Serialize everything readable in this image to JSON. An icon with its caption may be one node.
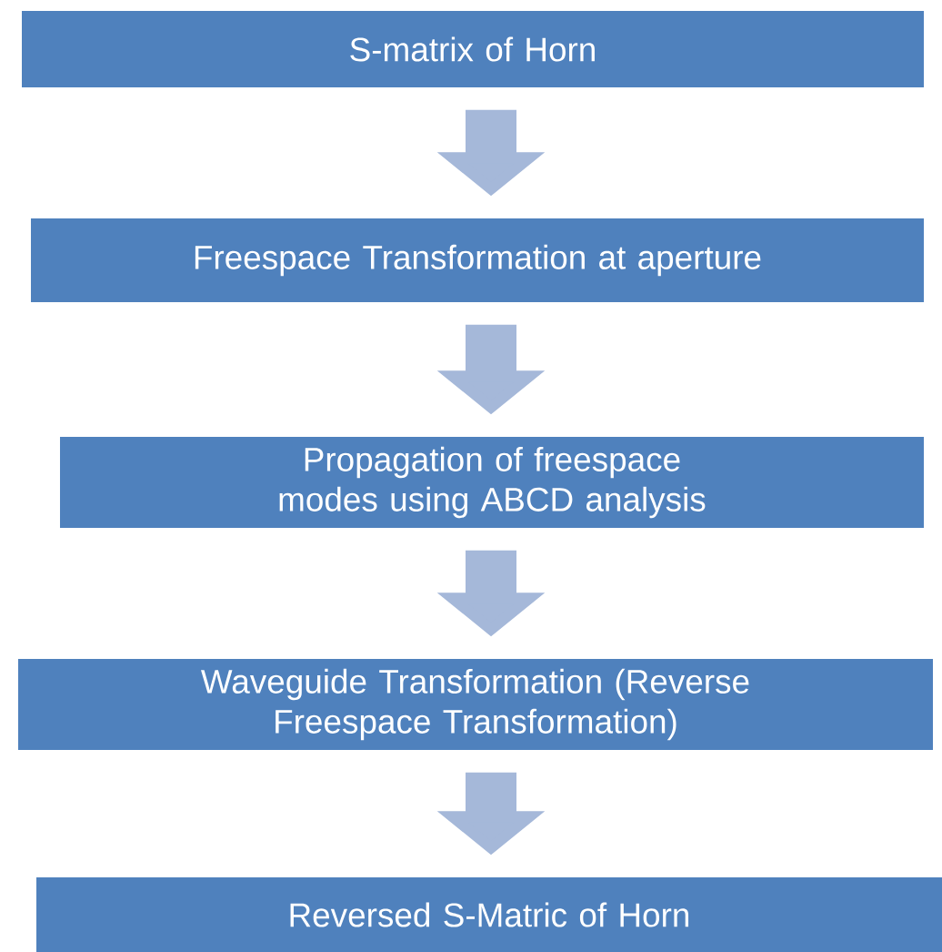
{
  "diagram": {
    "nodes": [
      {
        "text": [
          "S-matrix of Horn"
        ]
      },
      {
        "text": [
          "Freespace Transformation at aperture"
        ]
      },
      {
        "text": [
          "Propagation of freespace modes using ABCD analysis"
        ]
      },
      {
        "text": [
          "Waveguide Transformation (Reverse Freespace Transformation)"
        ]
      },
      {
        "text": [
          "Reversed S-Matric of Horn"
        ]
      }
    ],
    "edges": [
      {
        "from": 0,
        "to": 1,
        "arrow": "to"
      },
      {
        "from": 1,
        "to": 2,
        "arrow": "to"
      },
      {
        "from": 2,
        "to": 3,
        "arrow": "to"
      },
      {
        "from": 3,
        "to": 4,
        "arrow": "to"
      }
    ]
  }
}
